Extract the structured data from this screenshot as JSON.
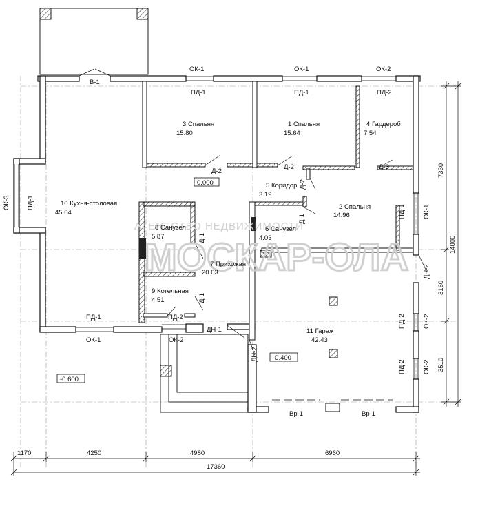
{
  "watermark": {
    "line1": "АГЕНТСТВО НЕДВИЖИМОСТИ",
    "line2": "МОСКАР-ОЛА"
  },
  "rooms": [
    {
      "num": "1",
      "name": "Спальня",
      "area": "15.64"
    },
    {
      "num": "2",
      "name": "Спальня",
      "area": "14.96"
    },
    {
      "num": "3",
      "name": "Спальня",
      "area": "15.80"
    },
    {
      "num": "4",
      "name": "Гардероб",
      "area": "7.54"
    },
    {
      "num": "5",
      "name": "Коридор",
      "area": "3.19"
    },
    {
      "num": "6",
      "name": "Санузел",
      "area": "4.03"
    },
    {
      "num": "7",
      "name": "Прихожая",
      "area": "20.03"
    },
    {
      "num": "8",
      "name": "Санузел",
      "area": "5.87"
    },
    {
      "num": "9",
      "name": "Котельная",
      "area": "4.51"
    },
    {
      "num": "10",
      "name": "Кухня-столовая",
      "area": "45.04"
    },
    {
      "num": "11",
      "name": "Гараж",
      "area": "42.43"
    }
  ],
  "marks": {
    "ok1": "ОК-1",
    "ok2": "ОК-2",
    "ok3": "ОК-3",
    "pd1": "ПД-1",
    "pd2": "ПД-2",
    "d1": "Д-1",
    "d2": "Д-2",
    "d3": "Д-3",
    "dn1": "ДН-1",
    "dn2": "ДН-2",
    "v1": "В-1",
    "vr1": "Вр-1"
  },
  "levels": {
    "floor": "0.000",
    "garage": "-0.400",
    "ground": "-0.600"
  },
  "dims": {
    "bottom": [
      "1170",
      "4250",
      "4980",
      "6960"
    ],
    "total": "17360",
    "right": [
      "7330",
      "3160",
      "3510"
    ],
    "right_total": "14000"
  }
}
